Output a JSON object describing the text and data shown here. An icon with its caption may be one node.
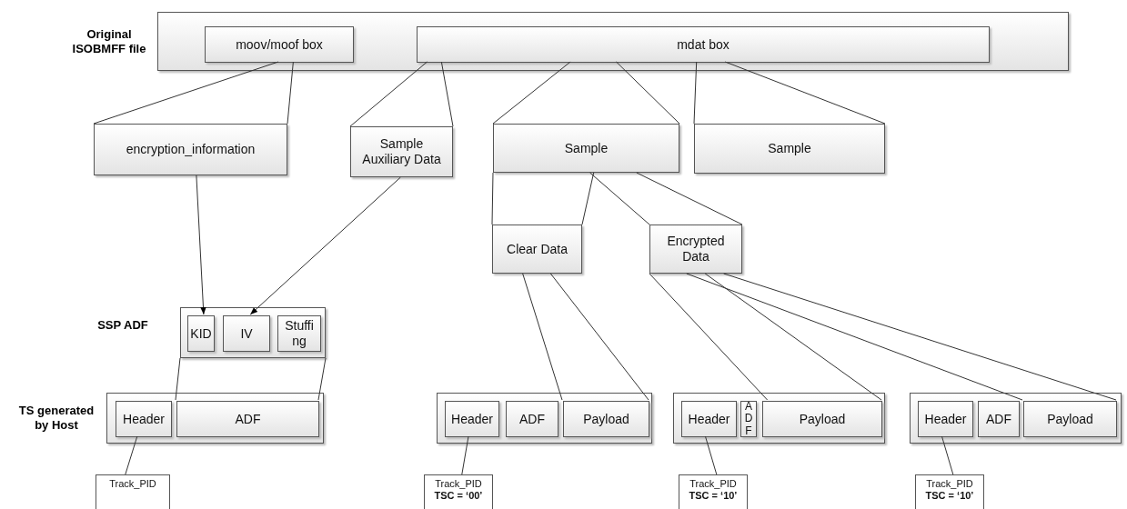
{
  "diagram": {
    "nodes": [
      {
        "text": [
          "Original ISOBMFF file"
        ]
      },
      {
        "text": [
          "moov/moof box"
        ],
        "in": 0
      },
      {
        "text": [
          "mdat box"
        ],
        "in": 0
      },
      {
        "text": [
          "encryption_information"
        ]
      },
      {
        "text": [
          "Sample Auxiliary Data"
        ]
      },
      {
        "text": [
          "Sample"
        ]
      },
      {
        "text": [
          "Sample"
        ]
      },
      {
        "text": [
          "Clear Data"
        ]
      },
      {
        "text": [
          "Encrypted Data"
        ]
      },
      {
        "text": [
          "SSP ADF"
        ]
      },
      {
        "text": [
          "KID"
        ],
        "in": 9
      },
      {
        "text": [
          "IV"
        ],
        "in": 9
      },
      {
        "text": [
          "Stuffing"
        ],
        "in": 9
      },
      {
        "text": [
          "TS generated by Host"
        ]
      },
      {
        "text": [
          "Header"
        ],
        "in": 13
      },
      {
        "text": [
          "ADF"
        ],
        "in": 13
      },
      {
        "text": [],
        "shape": "box"
      },
      {
        "text": [
          "Header"
        ],
        "in": 16
      },
      {
        "text": [
          "ADF"
        ],
        "in": 16
      },
      {
        "text": [
          "Payload"
        ],
        "in": 16
      },
      {
        "text": [],
        "shape": "box"
      },
      {
        "text": [
          "Header"
        ],
        "in": 20
      },
      {
        "text": [
          "ADF"
        ],
        "in": 20
      },
      {
        "text": [
          "Payload"
        ],
        "in": 20
      },
      {
        "text": [],
        "shape": "box"
      },
      {
        "text": [
          "Header"
        ],
        "in": 24
      },
      {
        "text": [
          "ADF"
        ],
        "in": 24
      },
      {
        "text": [
          "Payload"
        ],
        "in": 24
      },
      {
        "text": [
          "Track_PID"
        ]
      },
      {
        "text": [
          "Track_PID",
          "TSC = ‘00’"
        ]
      },
      {
        "text": [
          "Track_PID",
          "TSC = ‘10’"
        ]
      },
      {
        "text": [
          "Track_PID",
          "TSC = ‘10’"
        ]
      }
    ],
    "edges": [
      {
        "from": 1,
        "to": 3,
        "arrow": "none"
      },
      {
        "from": 1,
        "to": 3,
        "arrow": "none"
      },
      {
        "from": 2,
        "to": 4,
        "arrow": "none"
      },
      {
        "from": 2,
        "to": 4,
        "arrow": "none"
      },
      {
        "from": 2,
        "to": 5,
        "arrow": "none"
      },
      {
        "from": 2,
        "to": 5,
        "arrow": "none"
      },
      {
        "from": 2,
        "to": 6,
        "arrow": "none"
      },
      {
        "from": 2,
        "to": 6,
        "arrow": "none"
      },
      {
        "from": 3,
        "to": 10,
        "arrow": "to"
      },
      {
        "from": 4,
        "to": 11,
        "arrow": "to"
      },
      {
        "from": 5,
        "to": 7,
        "arrow": "none"
      },
      {
        "from": 5,
        "to": 7,
        "arrow": "none"
      },
      {
        "from": 5,
        "to": 8,
        "arrow": "none"
      },
      {
        "from": 5,
        "to": 8,
        "arrow": "none"
      },
      {
        "from": 7,
        "to": 19,
        "arrow": "none"
      },
      {
        "from": 7,
        "to": 19,
        "arrow": "none"
      },
      {
        "from": 8,
        "to": 23,
        "arrow": "none"
      },
      {
        "from": 8,
        "to": 23,
        "arrow": "none"
      },
      {
        "from": 8,
        "to": 27,
        "arrow": "none"
      },
      {
        "from": 8,
        "to": 27,
        "arrow": "none"
      },
      {
        "from": 9,
        "to": 15,
        "arrow": "none"
      },
      {
        "from": 9,
        "to": 15,
        "arrow": "none"
      },
      {
        "from": 14,
        "to": 28,
        "arrow": "none"
      },
      {
        "from": 17,
        "to": 29,
        "arrow": "none"
      },
      {
        "from": 21,
        "to": 30,
        "arrow": "none"
      },
      {
        "from": 25,
        "to": 31,
        "arrow": "none"
      }
    ]
  }
}
